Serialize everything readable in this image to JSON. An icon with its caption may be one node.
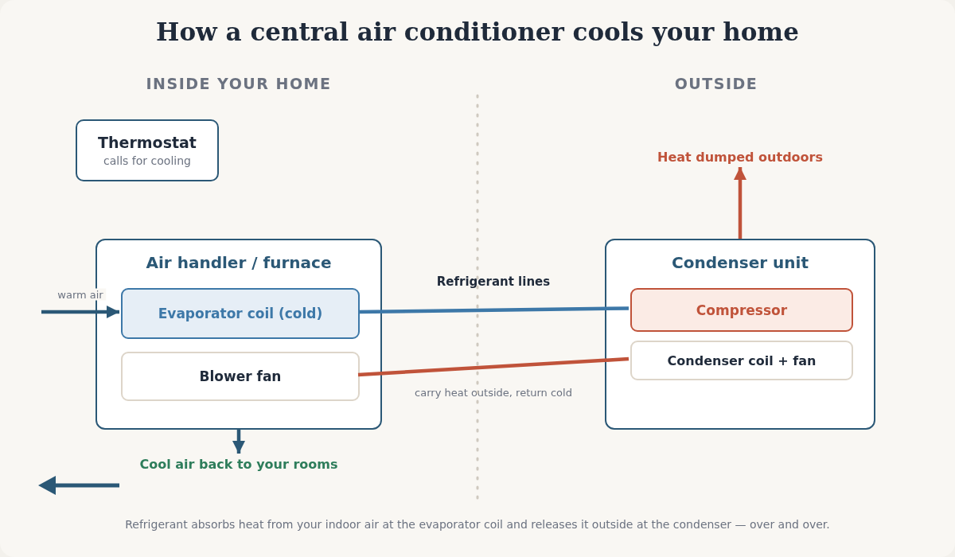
{
  "diagram": {
    "title": "How a central air conditioner cools your home",
    "caption": "Refrigerant absorbs heat from your indoor air at the evaporator coil and releases it outside at the condenser — over and over.",
    "nodes": [
      {
        "text": [
          "Thermostat",
          "calls for cooling"
        ]
      },
      {
        "text": [
          "Air handler / furnace"
        ]
      },
      {
        "text": [
          "Evaporator coil (cold)"
        ],
        "in": 1
      },
      {
        "text": [
          "Blower fan"
        ],
        "in": 1
      },
      {
        "text": [
          "Condenser unit"
        ]
      },
      {
        "text": [
          "Compressor"
        ],
        "in": 4
      },
      {
        "text": [
          "Condenser coil + fan"
        ],
        "in": 4
      },
      {
        "text": [
          "Cool air back to your rooms"
        ]
      },
      {
        "text": [
          "Heat dumped outdoors"
        ]
      }
    ],
    "edges": [
      {
        "from": null,
        "to": 2,
        "arrow": "to",
        "label": "warm air"
      },
      {
        "from": 2,
        "to": 5,
        "arrow": "none",
        "label": "Refrigerant lines",
        "color": "#3d78a8"
      },
      {
        "from": 3,
        "to": 6,
        "arrow": "none",
        "label": "carry heat outside, return cold",
        "color": "#c0533a"
      },
      {
        "from": 1,
        "to": 7,
        "arrow": "to"
      },
      {
        "from": 4,
        "to": 8,
        "arrow": "to",
        "color": "#c0533a"
      }
    ],
    "labels": [
      "INSIDE YOUR HOME",
      "OUTSIDE"
    ]
  }
}
